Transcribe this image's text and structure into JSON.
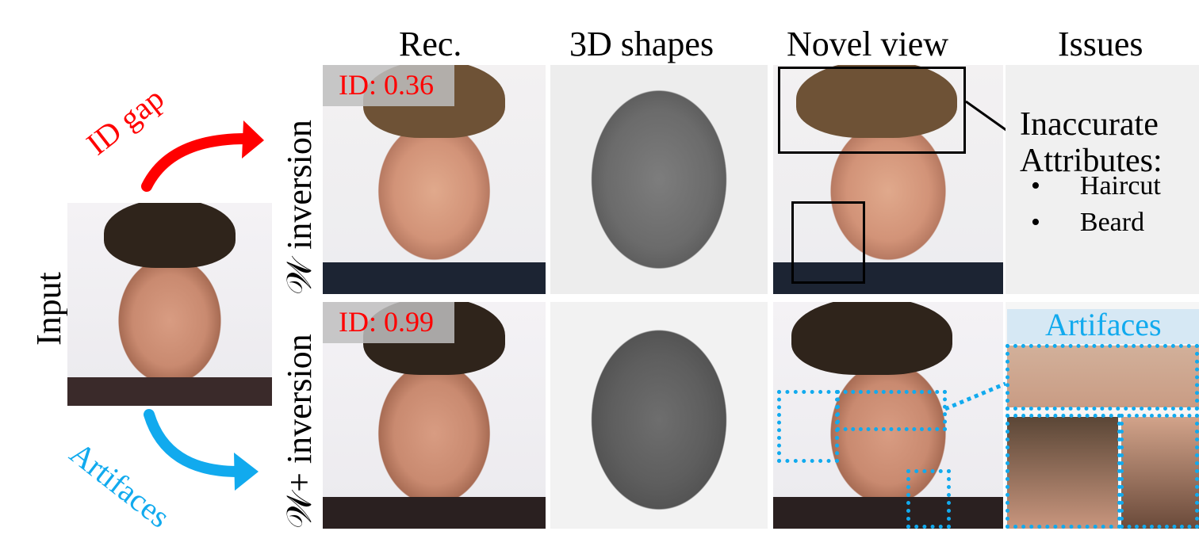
{
  "column_headers": {
    "rec": "Rec.",
    "shapes": "3D shapes",
    "novel": "Novel view",
    "issues": "Issues"
  },
  "left": {
    "input_label": "Input",
    "id_gap_label": "ID gap",
    "artifaces_label": "Artifaces"
  },
  "rows": {
    "w_label": "𝒲 inversion",
    "wplus_label": "𝒲+ inversion"
  },
  "id_scores": {
    "top": "ID: 0.36",
    "bottom": "ID: 0.99"
  },
  "issues": {
    "line1": "Inaccurate",
    "line2": "Attributes:",
    "bullet_symbol": "•",
    "items": [
      "Haircut",
      "Beard"
    ],
    "artifaces_title": "Artifaces"
  },
  "colors": {
    "red": "#ff0000",
    "blue": "#11aaee",
    "id_bg": "#bebebe"
  }
}
